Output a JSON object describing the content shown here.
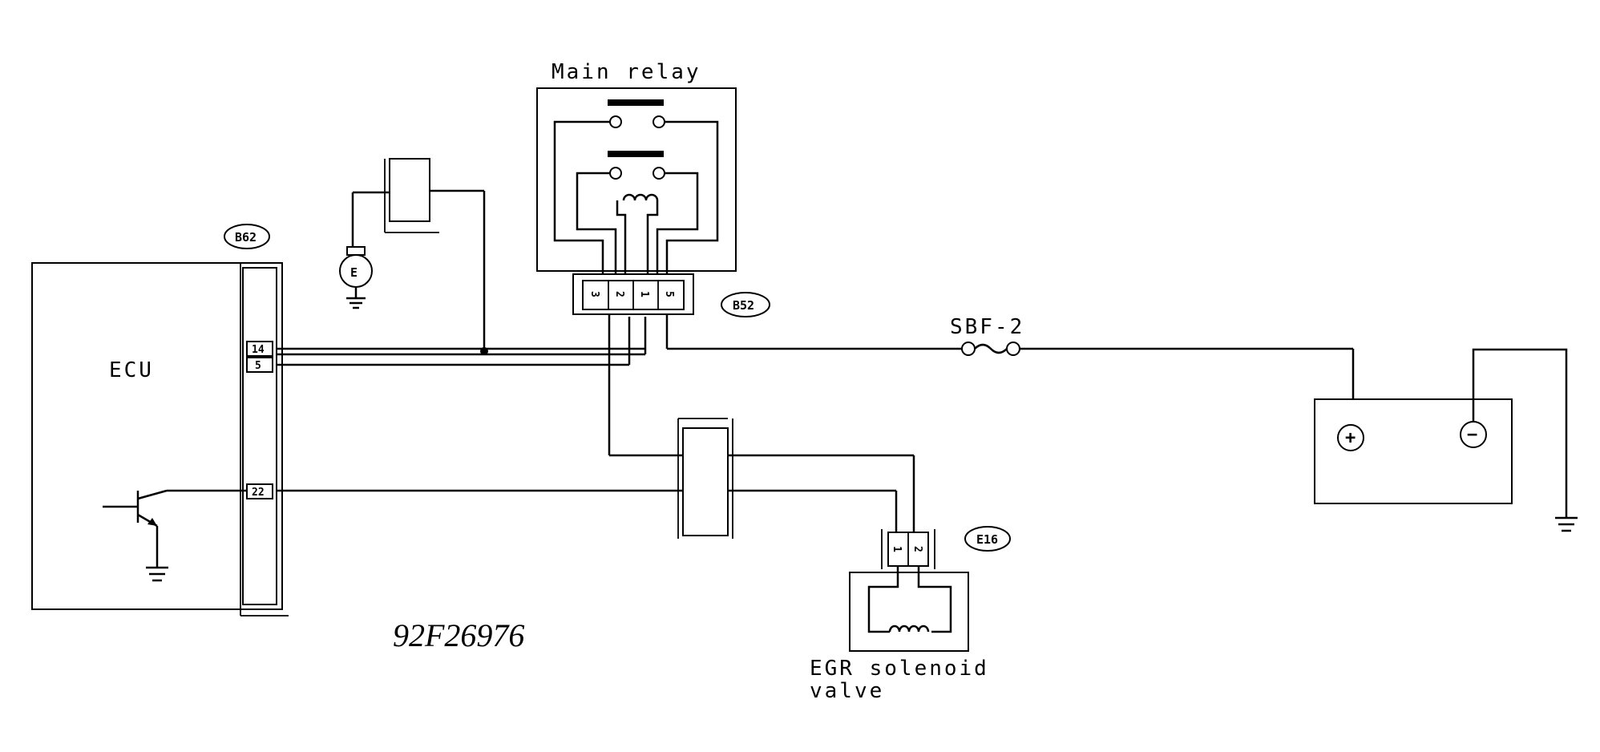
{
  "labels": {
    "main_relay": "Main relay",
    "ecu": "ECU",
    "sbf": "SBF-2",
    "egr_line1": "EGR solenoid",
    "egr_line2": "valve",
    "figure_code": "92F26976",
    "ground_e": "E",
    "plus": "+",
    "minus": "−"
  },
  "connectors": {
    "b62": "B62",
    "b52": "B52",
    "e16": "E16"
  },
  "pins": {
    "ecu_14": "14",
    "ecu_5": "5",
    "ecu_22": "22",
    "relay_3": "3",
    "relay_2": "2",
    "relay_1": "1",
    "relay_5": "5",
    "egr_1": "1",
    "egr_2": "2"
  }
}
